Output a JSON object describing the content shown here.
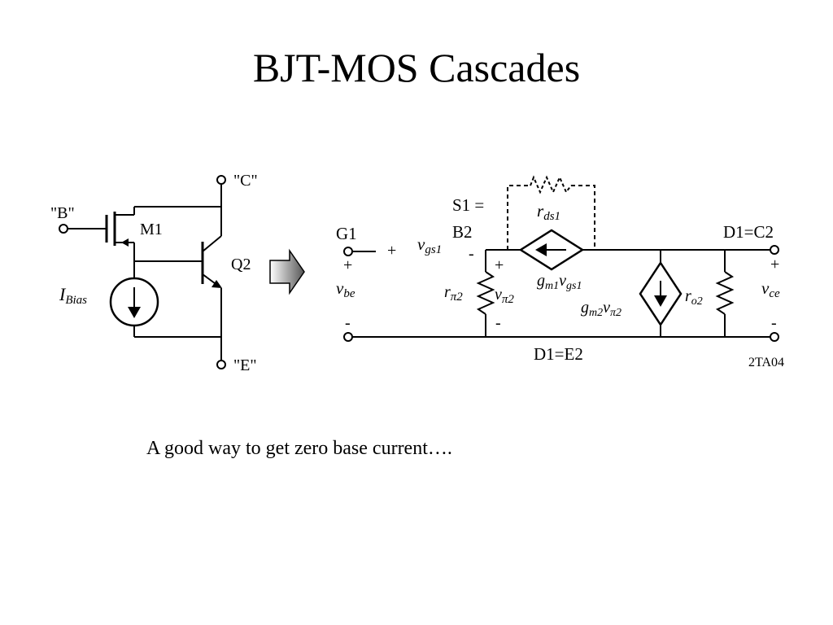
{
  "title": "BJT-MOS Cascades",
  "caption": "A good way to get zero base current….",
  "left_circuit": {
    "terminal_b": "\"B\"",
    "terminal_c": "\"C\"",
    "terminal_e": "\"E\"",
    "m1": "M1",
    "q2": "Q2",
    "ibias_main": "I",
    "ibias_sub": "Bias"
  },
  "right_circuit": {
    "g1": "G1",
    "s1": "S1 =",
    "b2": "B2",
    "d1c2": "D1=C2",
    "d1e2": "D1=E2",
    "figure_id": "2TA04",
    "rds1_main": "r",
    "rds1_sub": "ds1",
    "vgs1_main": "v",
    "vgs1_sub": "gs1",
    "vbe_main": "v",
    "vbe_sub": "be",
    "rpi2_main": "r",
    "rpi2_sub": "π2",
    "vpi2_main": "v",
    "vpi2_sub": "π2",
    "gm1_main": "g",
    "gm1_sub": "m1",
    "gm1v_main": "v",
    "gm1v_sub": "gs1",
    "gm2_main": "g",
    "gm2_sub": "m2",
    "gm2v_main": "v",
    "gm2v_sub": "π2",
    "ro2_main": "r",
    "ro2_sub": "o2",
    "vce_main": "v",
    "vce_sub": "ce",
    "plus": "+",
    "minus": "-"
  }
}
